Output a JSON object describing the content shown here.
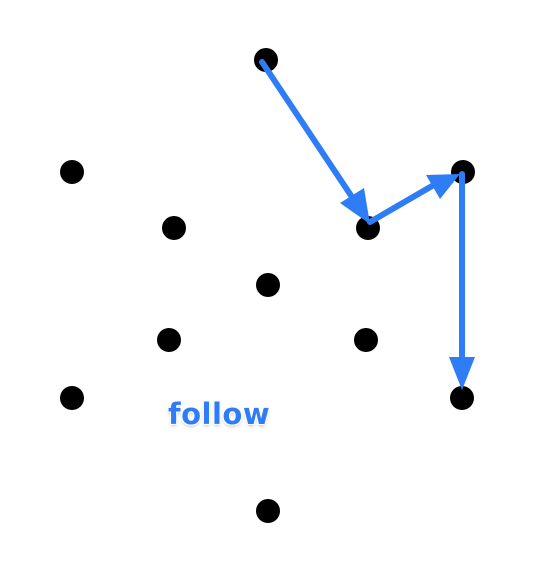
{
  "label": {
    "text": "follow"
  },
  "colors": {
    "dot": "#000000",
    "arrow": "#2f7df6",
    "label": "#2f7df6",
    "background": "#ffffff"
  },
  "path_order": [
    "top",
    "right-upper-inner",
    "right-upper-outer",
    "right-lower-outer"
  ]
}
